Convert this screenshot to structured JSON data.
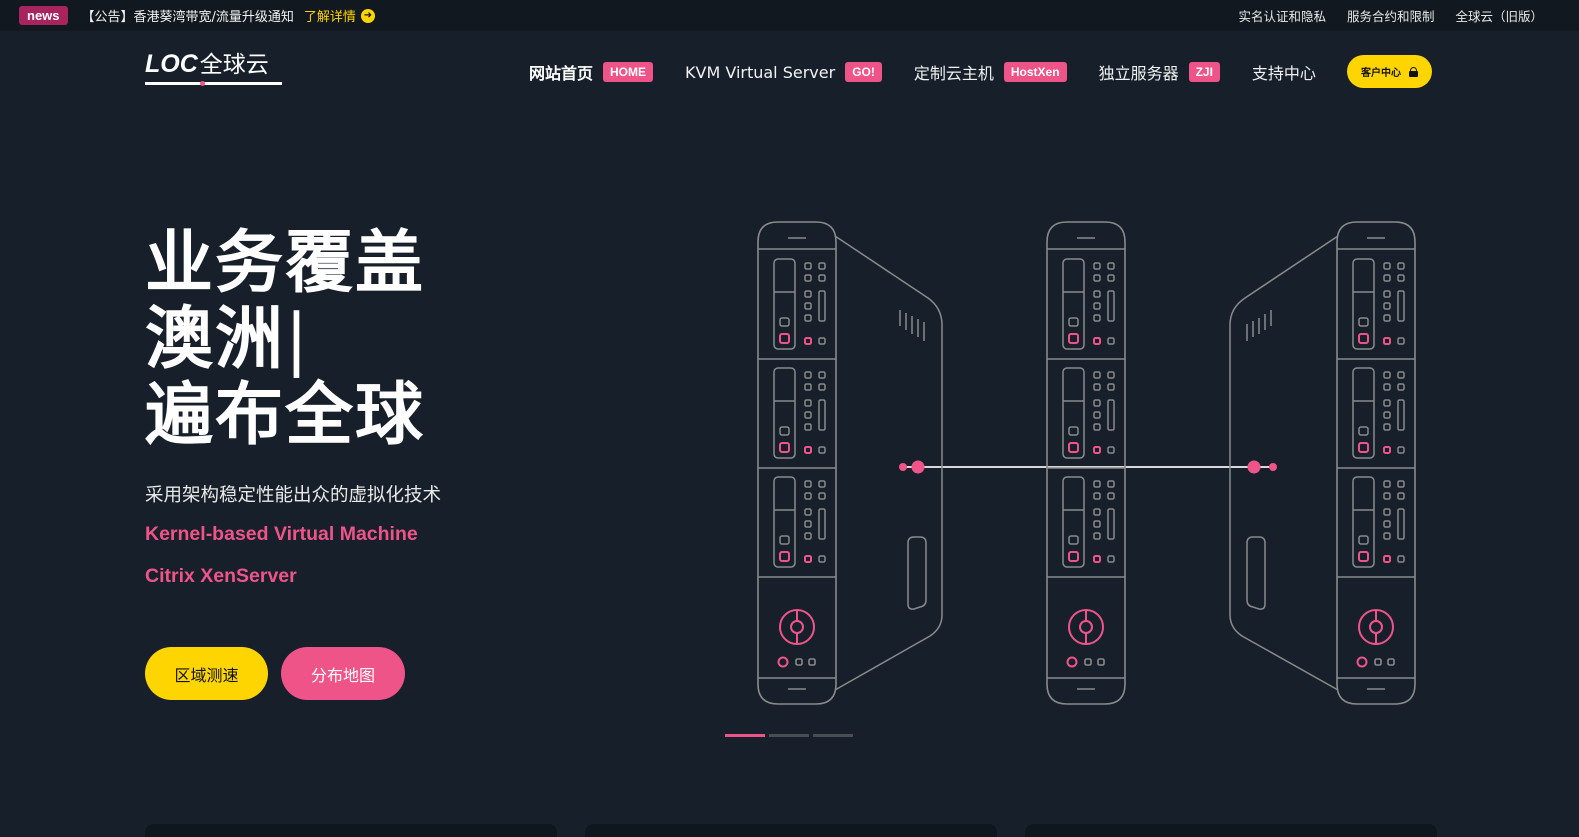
{
  "topbar": {
    "badge": "news",
    "notice": "【公告】香港葵湾带宽/流量升级通知",
    "notice_link": "了解详情",
    "notice_link_icon": "arrow-right-circle-icon",
    "links": [
      "实名认证和隐私",
      "服务合约和限制",
      "全球云（旧版）"
    ]
  },
  "logo": {
    "latin": "LOC",
    "cn": "全球云"
  },
  "nav": {
    "items": [
      {
        "label": "网站首页",
        "tag": "HOME",
        "active": true
      },
      {
        "label": "KVM Virtual Server",
        "tag": "GO!"
      },
      {
        "label": "定制云主机",
        "tag": "HostXen"
      },
      {
        "label": "独立服务器",
        "tag": "ZJI"
      },
      {
        "label": "支持中心",
        "tag": null
      }
    ],
    "client_button": "客户中心",
    "client_button_icon": "lock-icon"
  },
  "hero": {
    "title_line1": "业务覆盖",
    "title_line2": "澳洲",
    "title_cursor": "|",
    "title_line3": "遍布全球",
    "subtitle": "采用架构稳定性能出众的虚拟化技术",
    "tech1": "Kernel-based Virtual Machine",
    "tech2": "Citrix XenServer",
    "button_speedtest": "区域测速",
    "button_map": "分布地图"
  },
  "slider": {
    "count": 3,
    "active_index": 0
  },
  "colors": {
    "background": "#17202a",
    "topbar": "#11181f",
    "accent_pink": "#ef5489",
    "accent_yellow": "#ffd500",
    "news_badge": "#a8245e",
    "line_gray": "#8a8a8a"
  }
}
